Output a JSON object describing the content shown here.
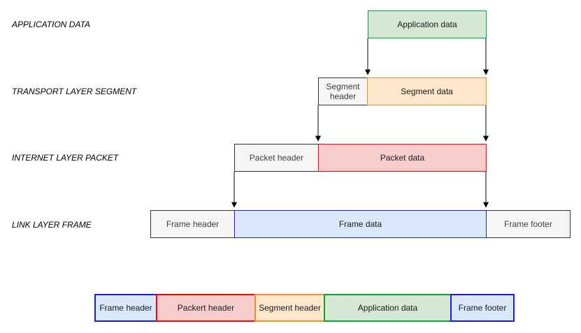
{
  "diagram_title": "network-encapsulation-diagram",
  "layers": {
    "application": {
      "label": "APPLICATION DATA",
      "data_box": "Application data"
    },
    "transport": {
      "label": "TRANSPORT LAYER SEGMENT",
      "header_box": "Segment header",
      "data_box": "Segment data"
    },
    "internet": {
      "label": "INTERNET LAYER PACKET",
      "header_box": "Packet header",
      "data_box": "Packet data"
    },
    "link": {
      "label": "LINK LAYER FRAME",
      "header_box": "Frame header",
      "data_box": "Frame data",
      "footer_box": "Frame footer"
    }
  },
  "assembled_frame": {
    "segments": [
      {
        "label": "Frame header",
        "color": "blue"
      },
      {
        "label": "Packert header",
        "color": "red"
      },
      {
        "label": "Segment header",
        "color": "orange"
      },
      {
        "label": "Application data",
        "color": "green"
      },
      {
        "label": "Frame footer",
        "color": "blue"
      }
    ]
  },
  "colors": {
    "green_fill": "#d5e8d4",
    "green_stroke": "#00a82d",
    "orange_fill": "#ffe6cc",
    "orange_stroke": "#ef9221",
    "red_fill": "#f8cecc",
    "red_stroke": "#ff0000",
    "blue_fill": "#dae8fc",
    "blue_stroke": "#1a1ae8",
    "gray_fill": "#f5f5f5",
    "gray_stroke": "#333333",
    "arrow": "#000000",
    "background": "#ffffff"
  }
}
